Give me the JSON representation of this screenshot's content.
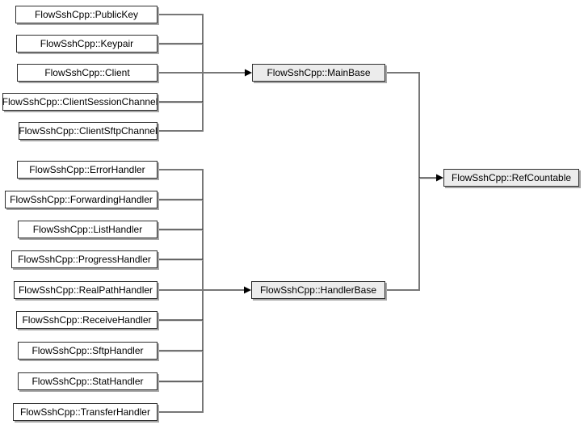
{
  "colors": {
    "connector": "#777777",
    "thin_line": "#000000",
    "line_shadow": "#b9b9b9",
    "box_border": "#2e2e2e",
    "box_fill": "#ffffff",
    "base_box_fill": "#ececec",
    "box_shadow": "#a6a6a6"
  },
  "nodes": {
    "public_key": "FlowSshCpp::PublicKey",
    "keypair": "FlowSshCpp::Keypair",
    "client": "FlowSshCpp::Client",
    "client_session_channel": "FlowSshCpp::ClientSessionChannel",
    "client_sftp_channel": "FlowSshCpp::ClientSftpChannel",
    "main_base": "FlowSshCpp::MainBase",
    "error_handler": "FlowSshCpp::ErrorHandler",
    "forwarding_handler": "FlowSshCpp::ForwardingHandler",
    "list_handler": "FlowSshCpp::ListHandler",
    "progress_handler": "FlowSshCpp::ProgressHandler",
    "real_path_handler": "FlowSshCpp::RealPathHandler",
    "receive_handler": "FlowSshCpp::ReceiveHandler",
    "sftp_handler": "FlowSshCpp::SftpHandler",
    "stat_handler": "FlowSshCpp::StatHandler",
    "transfer_handler": "FlowSshCpp::TransferHandler",
    "handler_base": "FlowSshCpp::HandlerBase",
    "ref_countable": "FlowSshCpp::RefCountable"
  },
  "edges": [
    {
      "from": "FlowSshCpp::PublicKey",
      "to": "FlowSshCpp::MainBase"
    },
    {
      "from": "FlowSshCpp::Keypair",
      "to": "FlowSshCpp::MainBase"
    },
    {
      "from": "FlowSshCpp::Client",
      "to": "FlowSshCpp::MainBase"
    },
    {
      "from": "FlowSshCpp::ClientSessionChannel",
      "to": "FlowSshCpp::MainBase"
    },
    {
      "from": "FlowSshCpp::ClientSftpChannel",
      "to": "FlowSshCpp::MainBase"
    },
    {
      "from": "FlowSshCpp::ErrorHandler",
      "to": "FlowSshCpp::HandlerBase"
    },
    {
      "from": "FlowSshCpp::ForwardingHandler",
      "to": "FlowSshCpp::HandlerBase"
    },
    {
      "from": "FlowSshCpp::ListHandler",
      "to": "FlowSshCpp::HandlerBase"
    },
    {
      "from": "FlowSshCpp::ProgressHandler",
      "to": "FlowSshCpp::HandlerBase"
    },
    {
      "from": "FlowSshCpp::RealPathHandler",
      "to": "FlowSshCpp::HandlerBase"
    },
    {
      "from": "FlowSshCpp::ReceiveHandler",
      "to": "FlowSshCpp::HandlerBase"
    },
    {
      "from": "FlowSshCpp::SftpHandler",
      "to": "FlowSshCpp::HandlerBase"
    },
    {
      "from": "FlowSshCpp::StatHandler",
      "to": "FlowSshCpp::HandlerBase"
    },
    {
      "from": "FlowSshCpp::TransferHandler",
      "to": "FlowSshCpp::HandlerBase"
    },
    {
      "from": "FlowSshCpp::MainBase",
      "to": "FlowSshCpp::RefCountable"
    },
    {
      "from": "FlowSshCpp::HandlerBase",
      "to": "FlowSshCpp::RefCountable"
    }
  ]
}
